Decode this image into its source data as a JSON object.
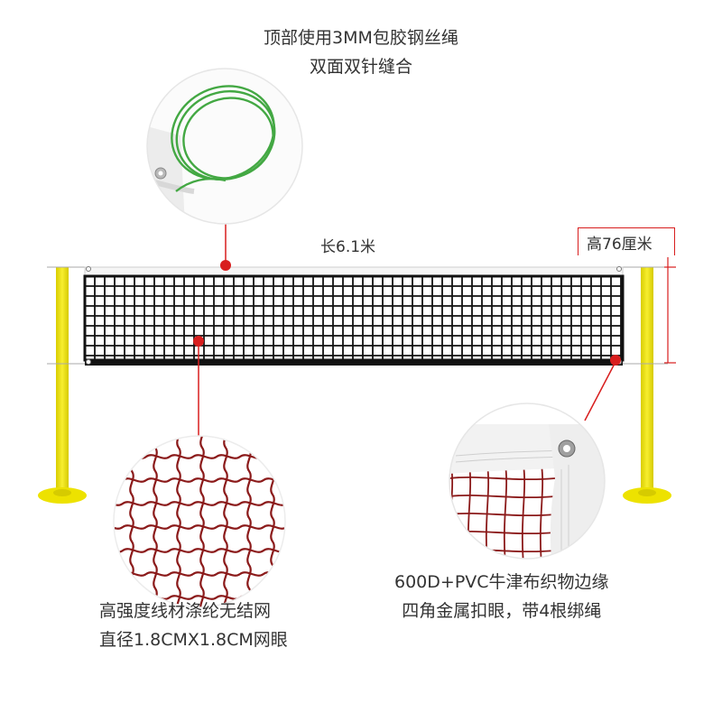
{
  "top_caption": {
    "line1": "顶部使用3MM包胶钢丝绳",
    "line2": "双面双针缝合"
  },
  "dimensions": {
    "length": "长6.1米",
    "height": "高76厘米"
  },
  "mesh_caption": {
    "line1": "高强度线材涤纶无结网",
    "line2": "直径1.8CMX1.8CM网眼"
  },
  "edge_caption": {
    "line1": "600D+PVC牛津布织物边缘",
    "line2": "四角金属扣眼，带4根绑绳"
  },
  "colors": {
    "accent": "#d81e1e",
    "pole": "#f2e600",
    "net": "#111111",
    "mesh_detail": "#8b1a1a",
    "wire": "#3aa83a"
  }
}
